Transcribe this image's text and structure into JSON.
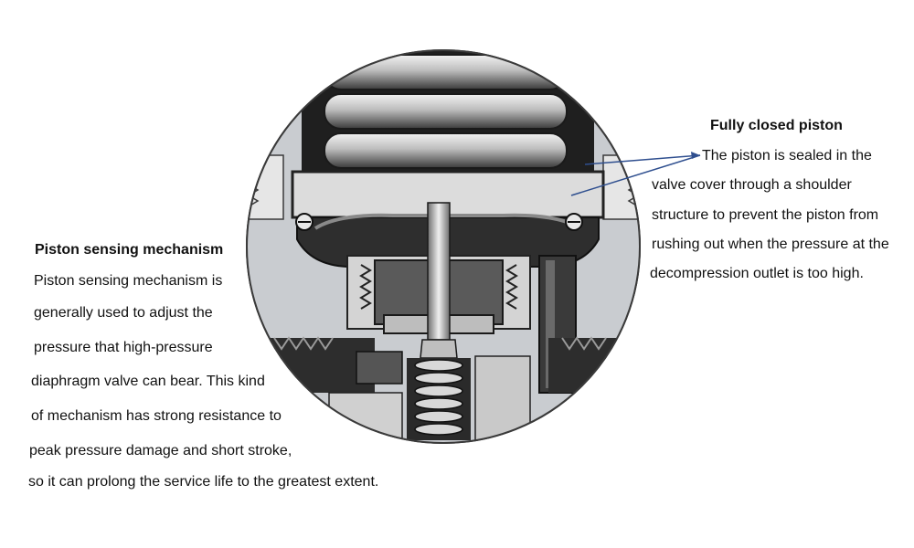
{
  "right_callout": {
    "heading": "Fully closed piston",
    "lines": [
      "The piston is sealed in the",
      "valve cover through a shoulder",
      "structure to prevent the piston from",
      "rushing out when the pressure at the",
      "decompression outlet is too high."
    ]
  },
  "left_callout": {
    "heading": "Piston sensing mechanism",
    "lines": [
      "Piston sensing mechanism is",
      "generally used to adjust the",
      "pressure that high-pressure",
      "diaphragm valve can bear. This kind",
      "of mechanism has strong resistance to",
      "peak pressure damage and short stroke,",
      "so it can prolong the service life to the greatest extent."
    ]
  },
  "colors": {
    "background": "#ffffff",
    "circle_fill": "#cfcfcf",
    "dark_metal": "#2b2b2b",
    "light_metal": "#e2e2e2",
    "leader_line": "#2f4f8f"
  }
}
